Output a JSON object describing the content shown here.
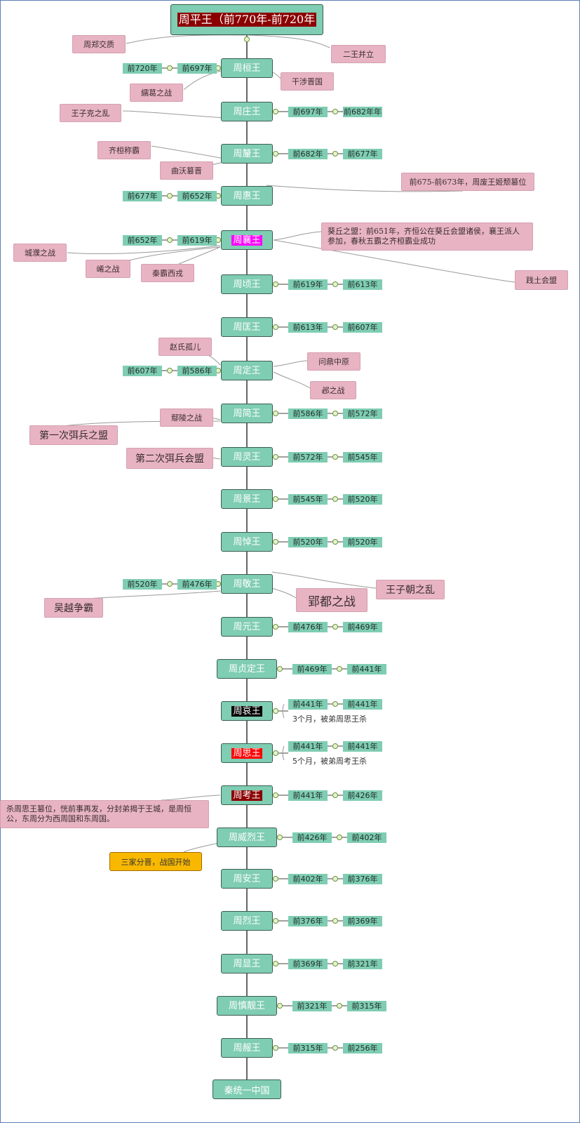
{
  "diagram": {
    "root": {
      "label": "周平王（前770年-前720年",
      "bg": "#8b0000"
    },
    "kings": [
      {
        "name": "周桓王",
        "years": [
          "前720年",
          "前697年"
        ]
      },
      {
        "name": "周庄王",
        "years": [
          "前697年",
          "前682年年"
        ]
      },
      {
        "name": "周釐王",
        "years": [
          "前682年",
          "前677年"
        ]
      },
      {
        "name": "周惠王",
        "years": [
          "前677年",
          "前652年"
        ]
      },
      {
        "name": "周襄王",
        "years": [
          "前652年",
          "前619年"
        ],
        "highlight": "#ff00ff"
      },
      {
        "name": "周顷王",
        "years": [
          "前619年",
          "前613年"
        ]
      },
      {
        "name": "周匡王",
        "years": [
          "前613年",
          "前607年"
        ]
      },
      {
        "name": "周定王",
        "years": [
          "前607年",
          "前586年"
        ]
      },
      {
        "name": "周简王",
        "years": [
          "前586年",
          "前572年"
        ]
      },
      {
        "name": "周灵王",
        "years": [
          "前572年",
          "前545年"
        ]
      },
      {
        "name": "周景王",
        "years": [
          "前545年",
          "前520年"
        ]
      },
      {
        "name": "周悼王",
        "years": [
          "前520年",
          "前520年"
        ]
      },
      {
        "name": "周敬王",
        "years": [
          "前520年",
          "前476年"
        ]
      },
      {
        "name": "周元王",
        "years": [
          "前476年",
          "前469年"
        ]
      },
      {
        "name": "周贞定王",
        "years": [
          "前469年",
          "前441年"
        ]
      },
      {
        "name": "周哀王",
        "years": [
          "前441年",
          "前441年"
        ],
        "note": "3个月，被弟周思王杀",
        "highlight": "#000000"
      },
      {
        "name": "周思王",
        "years": [
          "前441年",
          "前441年"
        ],
        "note": "5个月，被弟周考王杀",
        "highlight": "#ff0000"
      },
      {
        "name": "周考王",
        "years": [
          "前441年",
          "前426年"
        ],
        "highlight": "#8b0000"
      },
      {
        "name": "周威烈王",
        "years": [
          "前426年",
          "前402年"
        ]
      },
      {
        "name": "周安王",
        "years": [
          "前402年",
          "前376年"
        ]
      },
      {
        "name": "周烈王",
        "years": [
          "前376年",
          "前369年"
        ]
      },
      {
        "name": "周显王",
        "years": [
          "前369年",
          "前321年"
        ]
      },
      {
        "name": "周慎靓王",
        "years": [
          "前321年",
          "前315年"
        ]
      },
      {
        "name": "周赧王",
        "years": [
          "前315年",
          "前256年"
        ]
      }
    ],
    "end": "秦统一中国",
    "events": [
      "周郑交质",
      "二王并立",
      "干涉晋国",
      "繻葛之战",
      "王子克之乱",
      "齐桓称霸",
      "曲沃篡晋",
      "前675-前673年，周废王姬颓篡位",
      "葵丘之盟：前651年，齐恒公在葵丘会盟诸侯，襄王派人",
      "参加，春秋五霸之齐桓霸业成功",
      "城濮之战",
      "崤之战",
      "秦霸西戎",
      "践土会盟",
      "赵氏孤儿",
      "问鼎中原",
      "邲之战",
      "鄢陵之战",
      "第一次弭兵之盟",
      "第二次弭兵会盟",
      "王子朝之乱",
      "郢都之战",
      "吴越争霸",
      "杀周思王篡位，恍前事再发，分封弟揭于王城，是周恒",
      "公，东周分为西周国和东周国。",
      "三家分晋，战国开始"
    ]
  }
}
